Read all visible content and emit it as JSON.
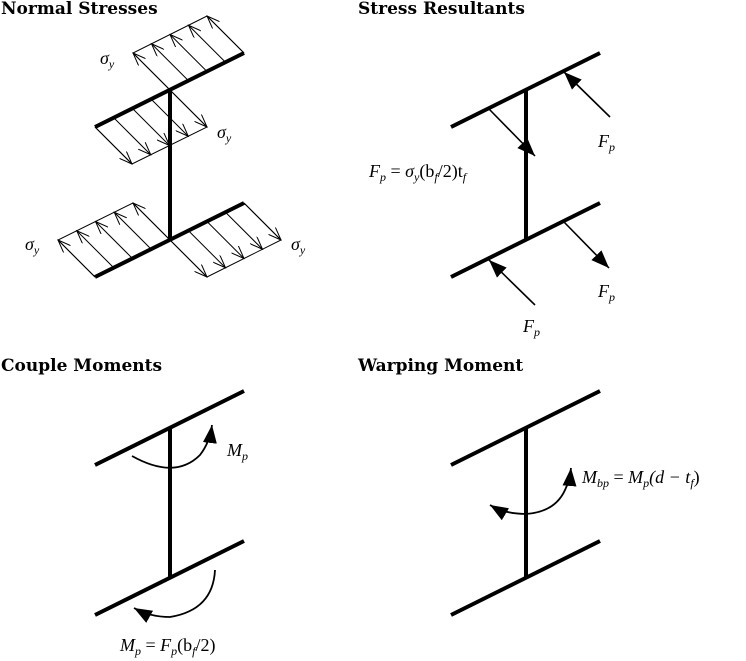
{
  "panels": {
    "normal_stresses": {
      "title": "Normal Stresses",
      "labels": [
        "σ",
        "σ",
        "σ",
        "σ"
      ],
      "label_sub": "y"
    },
    "stress_resultants": {
      "title": "Stress Resultants",
      "force_label": "F",
      "force_sub": "p",
      "equation": {
        "lhs": "F",
        "lhs_sub": "p",
        "eq": " = ",
        "sigma": "σ",
        "sigma_sub": "y",
        "paren_open": "(b",
        "b_sub": "f",
        "mid": "/2)t",
        "t_sub": "f"
      }
    },
    "couple_moments": {
      "title": "Couple Moments",
      "moment_label": "M",
      "moment_sub": "p",
      "equation": {
        "lhs": "M",
        "lhs_sub": "p",
        "eq": " = ",
        "rhs": "F",
        "rhs_sub": "p",
        "tail_open": "(b",
        "b_sub": "f",
        "tail_close": "/2)"
      }
    },
    "warping_moment": {
      "title": "Warping Moment",
      "equation": {
        "lhs": "M",
        "lhs_sub": "bp",
        "eq": " = ",
        "rhs": "M",
        "rhs_sub": "p",
        "tail_open": "(d − t",
        "t_sub": "f",
        "tail_close": ")"
      }
    }
  }
}
